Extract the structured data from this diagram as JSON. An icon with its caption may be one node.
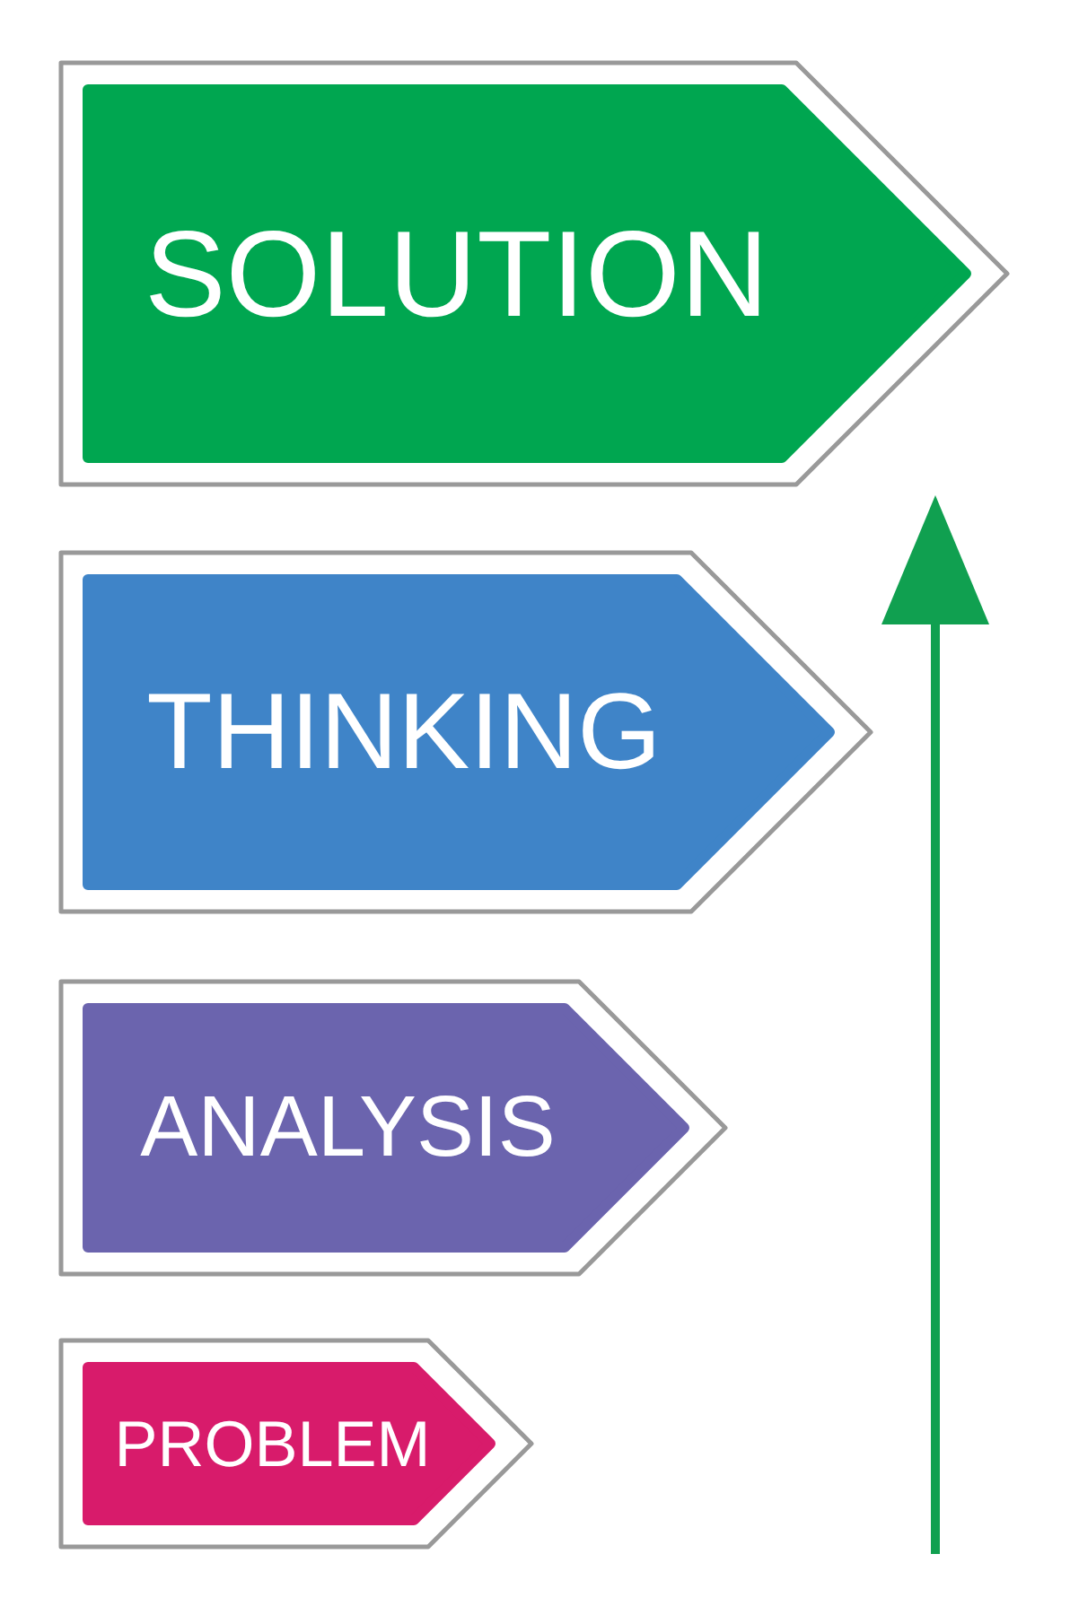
{
  "diagram": {
    "nodes": [
      {
        "text": [
          "SOLUTION"
        ]
      },
      {
        "text": [
          "THINKING"
        ]
      },
      {
        "text": [
          "ANALYSIS"
        ]
      },
      {
        "text": [
          "PROBLEM"
        ]
      }
    ]
  }
}
